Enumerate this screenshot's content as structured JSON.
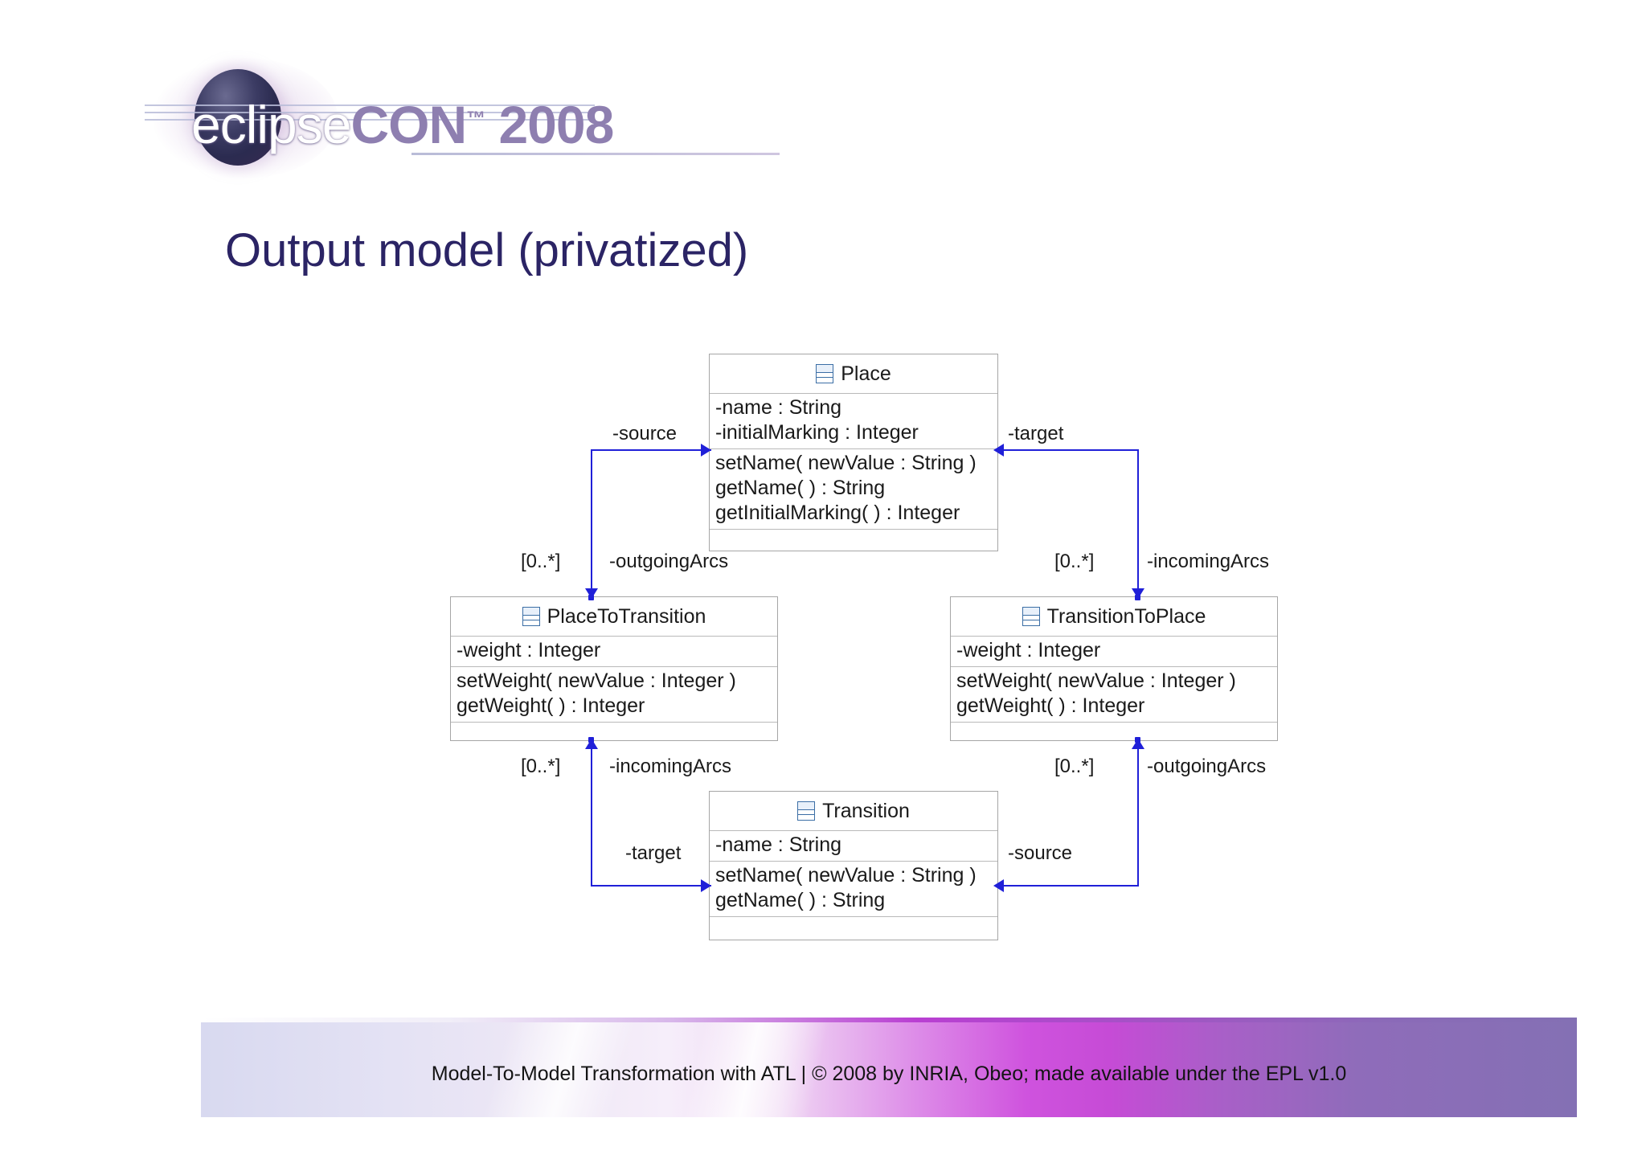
{
  "logo": {
    "word_eclipse": "eclipse",
    "word_con": "CON",
    "tm": "™",
    "year": "2008"
  },
  "title": "Output model (privatized)",
  "diagram": {
    "classes": {
      "place": {
        "name": "Place",
        "icon": "class-icon",
        "attributes": [
          "-name : String",
          "-initialMarking : Integer"
        ],
        "operations": [
          "setName( newValue : String )",
          "getName(  ) : String",
          "getInitialMarking(  ) : Integer"
        ]
      },
      "place_to_transition": {
        "name": "PlaceToTransition",
        "icon": "class-icon",
        "attributes": [
          "-weight : Integer"
        ],
        "operations": [
          "setWeight( newValue : Integer )",
          "getWeight(  ) : Integer"
        ]
      },
      "transition_to_place": {
        "name": "TransitionToPlace",
        "icon": "class-icon",
        "attributes": [
          "-weight : Integer"
        ],
        "operations": [
          "setWeight( newValue : Integer )",
          "getWeight(  ) : Integer"
        ]
      },
      "transition": {
        "name": "Transition",
        "icon": "class-icon",
        "attributes": [
          "-name : String"
        ],
        "operations": [
          "setName( newValue : String )",
          "getName(  ) : String"
        ]
      }
    },
    "labels": {
      "source_top_left": "-source",
      "target_top_right": "-target",
      "mult_left_upper": "[0..*]",
      "role_left_upper": "-outgoingArcs",
      "mult_right_upper": "[0..*]",
      "role_right_upper": "-incomingArcs",
      "mult_left_lower": "[0..*]",
      "role_left_lower": "-incomingArcs",
      "mult_right_lower": "[0..*]",
      "role_right_lower": "-outgoingArcs",
      "target_bottom_left": "-target",
      "source_bottom_right": "-source"
    },
    "colors": {
      "connector": "#2020d8",
      "box_border": "#a6a6a6",
      "icon_blue": "#3b6ea5"
    }
  },
  "footer": {
    "text": "Model-To-Model Transformation with ATL  |  © 2008 by INRIA, Obeo; made available under the EPL v1.0",
    "accent": "#c64bd6"
  }
}
